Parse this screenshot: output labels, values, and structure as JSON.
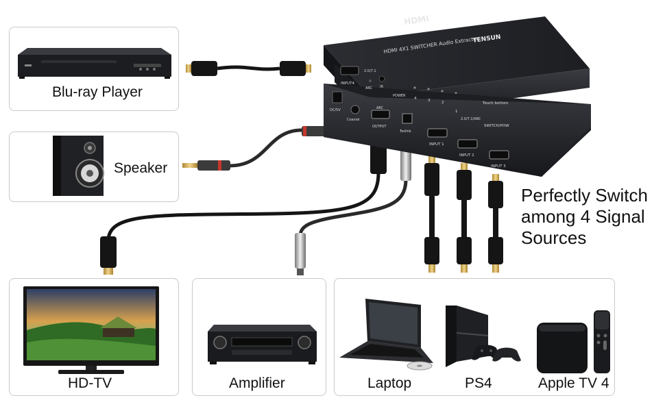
{
  "devices": {
    "bluray": "Blu-ray Player",
    "speaker": "Speaker",
    "tv": "HD-TV",
    "amplifier": "Amplifier",
    "laptop": "Laptop",
    "ps4": "PS4",
    "appletv": "Apple TV 4"
  },
  "headline": {
    "line1": "Perfectly Switch",
    "line2": "among 4 Signal",
    "line3": "Sources"
  },
  "switcher": {
    "logo": "HDMI",
    "brand": "TENSUN",
    "model": "HDMI 4X1 SWITCHER Audio Extractor",
    "front": {
      "input4": "INPUT4",
      "spdif": "2.0/7.1",
      "arc": "ARC",
      "ir": "IR",
      "power": "POWER",
      "led4": "4",
      "led3": "3",
      "led2": "2",
      "led1": "1",
      "led_arc": "2.0/7.1/ARC",
      "touch": "Touch bottom",
      "switch": "SWITCH/POW"
    },
    "back": {
      "dc": "DC/5V",
      "coaxial": "Coaxial",
      "arc": "ARC",
      "output": "OUTPUT",
      "toslink": "Toslink",
      "input1": "INPUT 1",
      "input2": "INPUT 2",
      "input3": "INPUT 3"
    }
  },
  "colors": {
    "card_border": "#c9c9c9",
    "device_dark": "#1c1d20",
    "cable_black": "#151515",
    "connector_gold": "#d8b45a"
  }
}
